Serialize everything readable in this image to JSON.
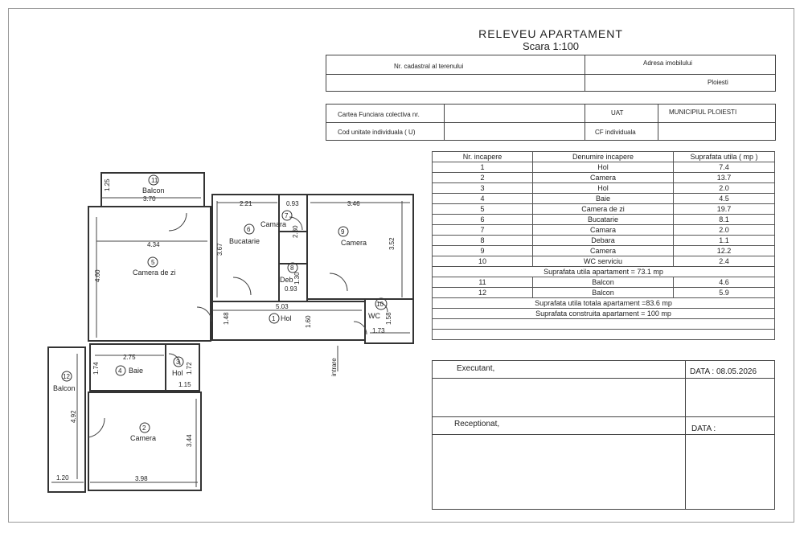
{
  "header": {
    "title": "RELEVEU  APARTAMENT",
    "scale": "Scara 1:100"
  },
  "cadastral": {
    "nr_cadastral_label": "Nr. cadastral al terenului",
    "adresa_label": "Adresa imobilului",
    "adresa_value": "Ploiesti",
    "carte_funciara_label": "Cartea Funciara colectiva nr.",
    "uat_label": "UAT",
    "uat_value": "MUNICIPIUL  PLOIESTI",
    "cod_unitate_label": "Cod unitate individuala ( U)",
    "cf_label": "CF individuala"
  },
  "rooms_table": {
    "headers": [
      "Nr. incapere",
      "Denumire incapere",
      "Suprafata utila ( mp )"
    ],
    "rows": [
      [
        "1",
        "Hol",
        "7.4"
      ],
      [
        "2",
        "Camera",
        "13.7"
      ],
      [
        "3",
        "Hol",
        "2.0"
      ],
      [
        "4",
        "Baie",
        "4.5"
      ],
      [
        "5",
        "Camera de zi",
        "19.7"
      ],
      [
        "6",
        "Bucatarie",
        "8.1"
      ],
      [
        "7",
        "Camara",
        "2.0"
      ],
      [
        "8",
        "Debara",
        "1.1"
      ],
      [
        "9",
        "Camera",
        "12.2"
      ],
      [
        "10",
        "WC serviciu",
        "2.4"
      ]
    ],
    "suprafata_utila": "Suprafata utila apartament  = 73.1 mp",
    "balcony_rows": [
      [
        "11",
        "Balcon",
        "4.6"
      ],
      [
        "12",
        "Balcon",
        "5.9"
      ]
    ],
    "suprafata_utila_totala": "Suprafata utila totala apartament  =83.6 mp",
    "suprafata_construita": "Suprafata construita apartament = 100 mp"
  },
  "signatures": {
    "executant": "Executant,",
    "data_label": "DATA : 08.05.2026",
    "receptionat": "Receptionat,",
    "data2_label": "DATA :"
  },
  "plan": {
    "rooms": {
      "r1": "Hol",
      "r2": "Camera",
      "r3": "Hol",
      "r4": "Baie",
      "r5": "Camera de zi",
      "r6": "Bucatarie",
      "r7": "Camara",
      "r8": "Deb",
      "r9": "Camera",
      "r10": "WC",
      "r11": "Balcon",
      "r12": "Balcon"
    },
    "numbers": {
      "n1": "1",
      "n2": "2",
      "n3": "3",
      "n4": "4",
      "n5": "5",
      "n6": "6",
      "n7": "7",
      "n8": "8",
      "n9": "9",
      "n10": "10",
      "n11": "11",
      "n12": "12"
    },
    "dims": {
      "d_1_25": "1.25",
      "d_3_70": "3.70",
      "d_4_34": "4.34",
      "d_4_60": "4.60",
      "d_2_21": "2.21",
      "d_0_93a": "0.93",
      "d_3_67": "3.67",
      "d_2_30": "2.30",
      "d_3_46": "3.46",
      "d_3_52": "3.52",
      "d_1_30": "1.30",
      "d_0_93b": "0.93",
      "d_5_03": "5.03",
      "d_1_48": "1.48",
      "d_1_60": "1.60",
      "d_1_58": "1.58",
      "d_1_73": "1.73",
      "d_2_75": "2.75",
      "d_1_74": "1.74",
      "d_1_72": "1.72",
      "d_1_15": "1.15",
      "d_4_92": "4.92",
      "d_3_44": "3.44",
      "d_1_20": "1.20",
      "d_3_98": "3.98"
    },
    "intrare": "intrare"
  }
}
